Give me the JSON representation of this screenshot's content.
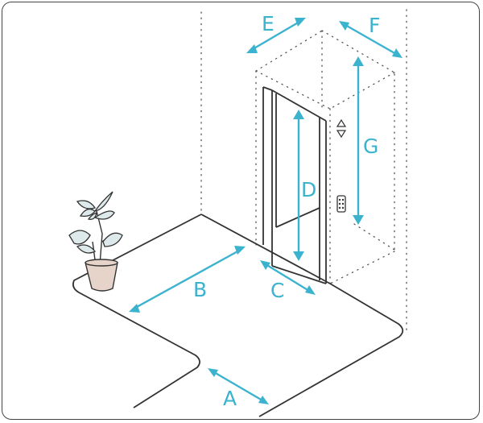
{
  "labels": {
    "a": "A",
    "b": "B",
    "c": "C",
    "d": "D",
    "e": "E",
    "f": "F",
    "g": "G"
  },
  "icons": {
    "lift_call": "up-down-arrows-icon",
    "lift_panel": "control-panel-icon",
    "plant": "potted-plant-icon"
  },
  "colors": {
    "dimension": "#3bb3cf",
    "line": "#333333",
    "plant_leaf": "#dde9ea",
    "pot": "#e6d3c9"
  }
}
